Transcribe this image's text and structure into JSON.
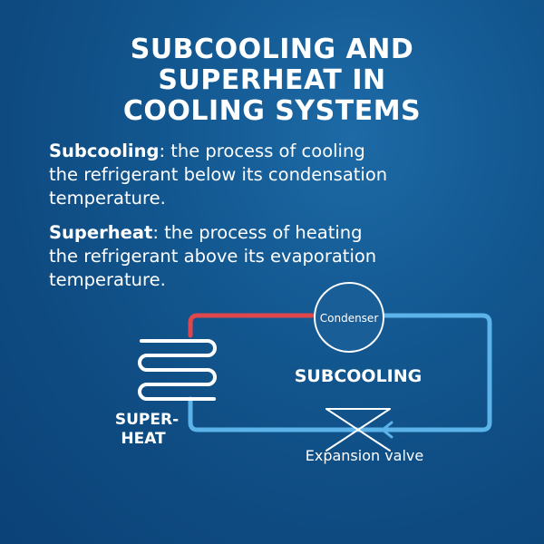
{
  "title": "SUBCOOLING AND\nSUPERHEAT IN\nCOOLING SYSTEMS",
  "definitions": [
    {
      "term": "Subcooling",
      "text": ": the process of cooling\nthe refrigerant below its condensation\ntemperature."
    },
    {
      "term": "Superheat",
      "text": ": the process of heating\nthe refrigerant above its evaporation\ntemperature."
    }
  ],
  "diagram": {
    "condenser_label": "Condenser",
    "center_label": "SUBCOOLING",
    "superheat_label_line1": "SUPER-",
    "superheat_label_line2": "HEAT",
    "valve_label": "Expansion valve"
  },
  "colors": {
    "hot_line": "#e0474c",
    "cold_line": "#5cb3ea",
    "coil": "#ffffff"
  }
}
